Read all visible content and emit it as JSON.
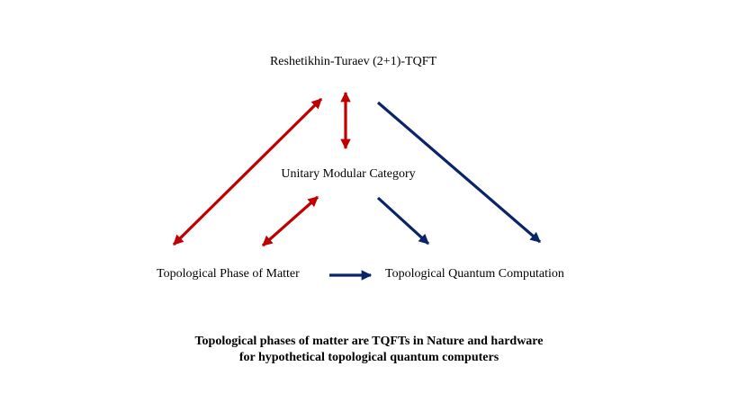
{
  "nodes": {
    "rt_tqft": "Reshetikhin-Turaev (2+1)-TQFT",
    "umc": "Unitary Modular Category",
    "topological_phase": "Topological Phase of Matter",
    "tqc": "Topological Quantum Computation"
  },
  "caption": {
    "line1": "Topological phases of matter are TQFTs in Nature and hardware",
    "line2": "for hypothetical topological quantum computers"
  },
  "colors": {
    "bidirectional": "#c00000",
    "directed": "#0a2468",
    "text": "#000000"
  }
}
